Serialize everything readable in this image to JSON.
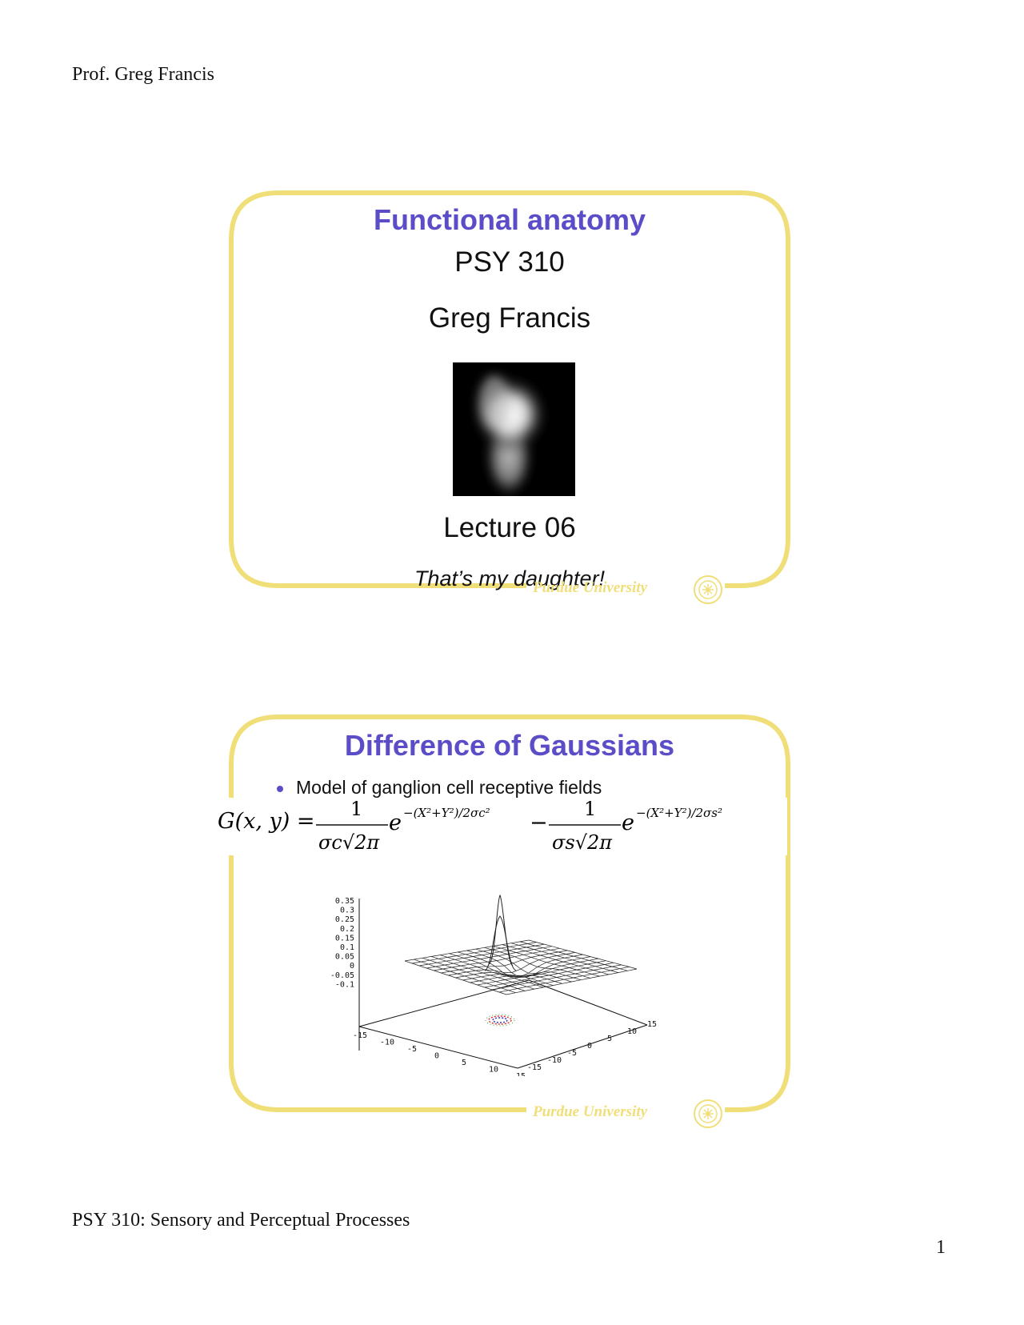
{
  "page": {
    "header": "Prof. Greg Francis",
    "footer": "PSY 310: Sensory and Perceptual Processes",
    "page_number": "1"
  },
  "slide1": {
    "title": "Functional anatomy",
    "course": "PSY 310",
    "author": "Greg Francis",
    "lecture": "Lecture 06",
    "caption": "That’s my daughter!",
    "institution": "Purdue University"
  },
  "slide2": {
    "title": "Difference of Gaussians",
    "bullet": "Model of ganglion cell receptive fields",
    "equation": {
      "lhs": "G(x, y) =",
      "num1": "1",
      "den1": "σc√2π",
      "exp1": "e",
      "sup1": "−(X²+Y²)/2σc²",
      "minus": "−",
      "num2": "1",
      "den2": "σs√2π",
      "exp2": "e",
      "sup2": "−(X²+Y²)/2σs²"
    },
    "institution": "Purdue University",
    "plot": {
      "z_ticks": [
        "0.35",
        "0.3",
        "0.25",
        "0.2",
        "0.15",
        "0.1",
        "0.05",
        "0",
        "-0.05",
        "-0.1"
      ],
      "x_ticks": [
        "-15",
        "-10",
        "-5",
        "0",
        "5",
        "10",
        "15"
      ],
      "y_ticks": [
        "-15",
        "-10",
        "-5",
        "0",
        "5",
        "10",
        "15"
      ]
    }
  },
  "colors": {
    "frame": "#f0de78",
    "title": "#5b4dc7"
  }
}
